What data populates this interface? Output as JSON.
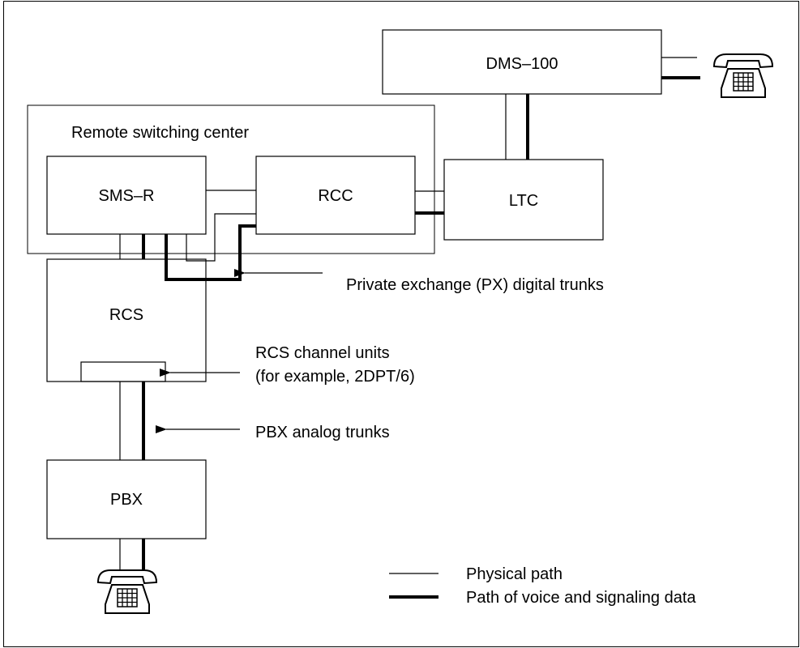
{
  "nodes": {
    "dms100": "DMS–100",
    "remote_center": "Remote switching center",
    "smsr": "SMS–R",
    "rcc": "RCC",
    "ltc": "LTC",
    "rcs": "RCS",
    "pbx": "PBX"
  },
  "annotations": {
    "px_trunks": "Private exchange (PX) digital trunks",
    "rcs_units_line1": "RCS channel units",
    "rcs_units_line2": "(for example, 2DPT/6)",
    "pbx_trunks": "PBX analog trunks"
  },
  "legend": {
    "physical": "Physical path",
    "voice": "Path of voice and signaling data"
  },
  "icons": [
    "telephone-icon",
    "telephone-icon"
  ],
  "colors": {
    "line": "#000000",
    "background": "#ffffff"
  }
}
